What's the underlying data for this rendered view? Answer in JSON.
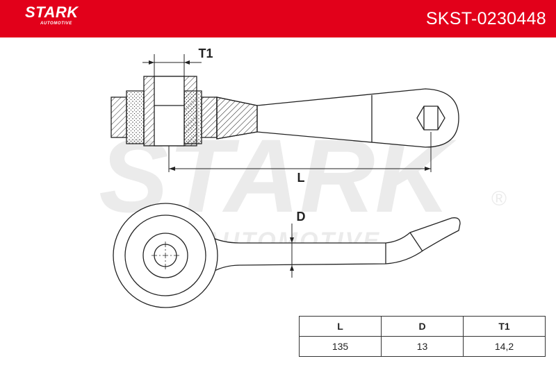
{
  "header": {
    "brand_name": "STARK",
    "brand_sub": "AUTOMOTIVE",
    "part_number": "SKST-0230448",
    "colors": {
      "header_bg": "#e2001a",
      "text": "#ffffff"
    }
  },
  "watermark": {
    "brand_name": "STARK",
    "brand_sub": "AUTOMOTIVE",
    "registered_mark": "®"
  },
  "drawing": {
    "labels": {
      "t1": "T1",
      "l": "L",
      "d": "D"
    }
  },
  "dimensions_table": {
    "headers": [
      "L",
      "D",
      "T1"
    ],
    "values": [
      "135",
      "13",
      "14,2"
    ]
  }
}
